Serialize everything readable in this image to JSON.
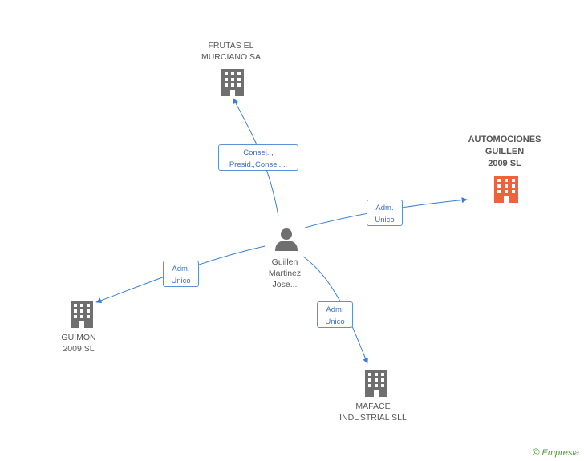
{
  "nodes": {
    "frutas": {
      "label": "FRUTAS EL\nMURCIANO SA"
    },
    "automociones": {
      "label": "AUTOMOCIONES\nGUILLEN\n2009 SL",
      "color": "#f0623a"
    },
    "guimon": {
      "label": "GUIMON\n2009 SL"
    },
    "maface": {
      "label": "MAFACE\nINDUSTRIAL SLL"
    },
    "person": {
      "label": "Guillen\nMartinez\nJose..."
    }
  },
  "edges": {
    "frutas": {
      "line1": "Consej. ,",
      "line2": "Presid.,Consej...."
    },
    "automociones": {
      "line1": "Adm.",
      "line2": "Unico"
    },
    "guimon": {
      "line1": "Adm.",
      "line2": "Unico"
    },
    "maface": {
      "line1": "Adm.",
      "line2": "Unico"
    }
  },
  "colors": {
    "edge": "#3a7fd5",
    "building": "#6f6f6f",
    "person": "#6f6f6f",
    "highlight": "#f0623a"
  },
  "footer": {
    "copyright": "©",
    "brand": "Empresia"
  }
}
